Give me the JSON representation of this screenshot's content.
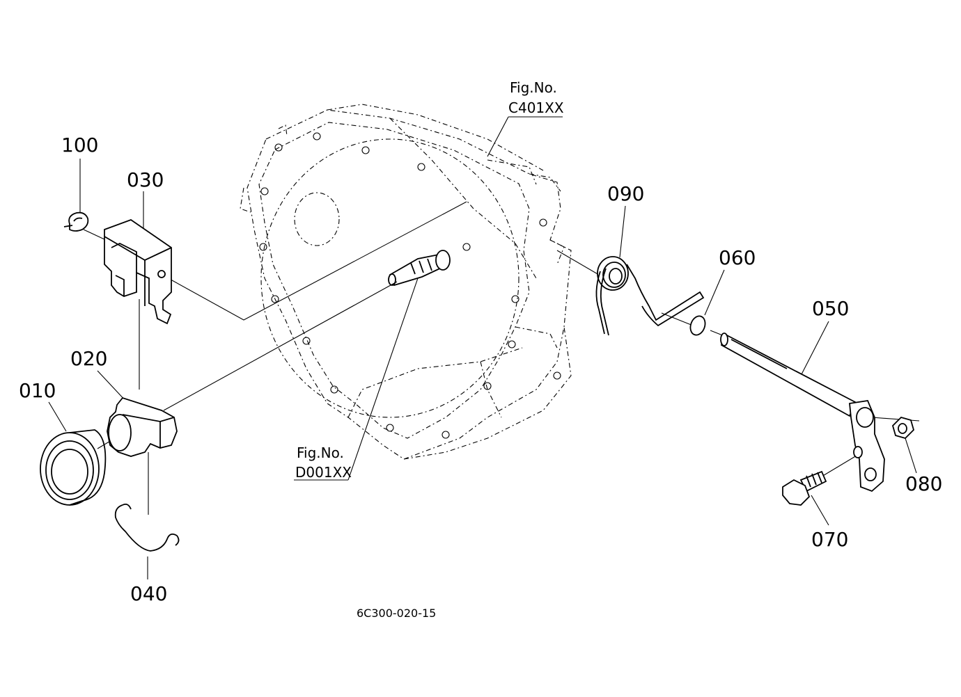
{
  "parts": [
    {
      "id": "p010",
      "label": "010"
    },
    {
      "id": "p020",
      "label": "020"
    },
    {
      "id": "p030",
      "label": "030"
    },
    {
      "id": "p040",
      "label": "040"
    },
    {
      "id": "p050",
      "label": "050"
    },
    {
      "id": "p060",
      "label": "060"
    },
    {
      "id": "p070",
      "label": "070"
    },
    {
      "id": "p080",
      "label": "080"
    },
    {
      "id": "p090",
      "label": "090"
    },
    {
      "id": "p100",
      "label": "100"
    }
  ],
  "figure_refs": [
    {
      "line1": "Fig.No.",
      "line2": "C401XX"
    },
    {
      "line1": "Fig.No.",
      "line2": "D001XX"
    }
  ],
  "drawing_code": "6C300-020-15"
}
